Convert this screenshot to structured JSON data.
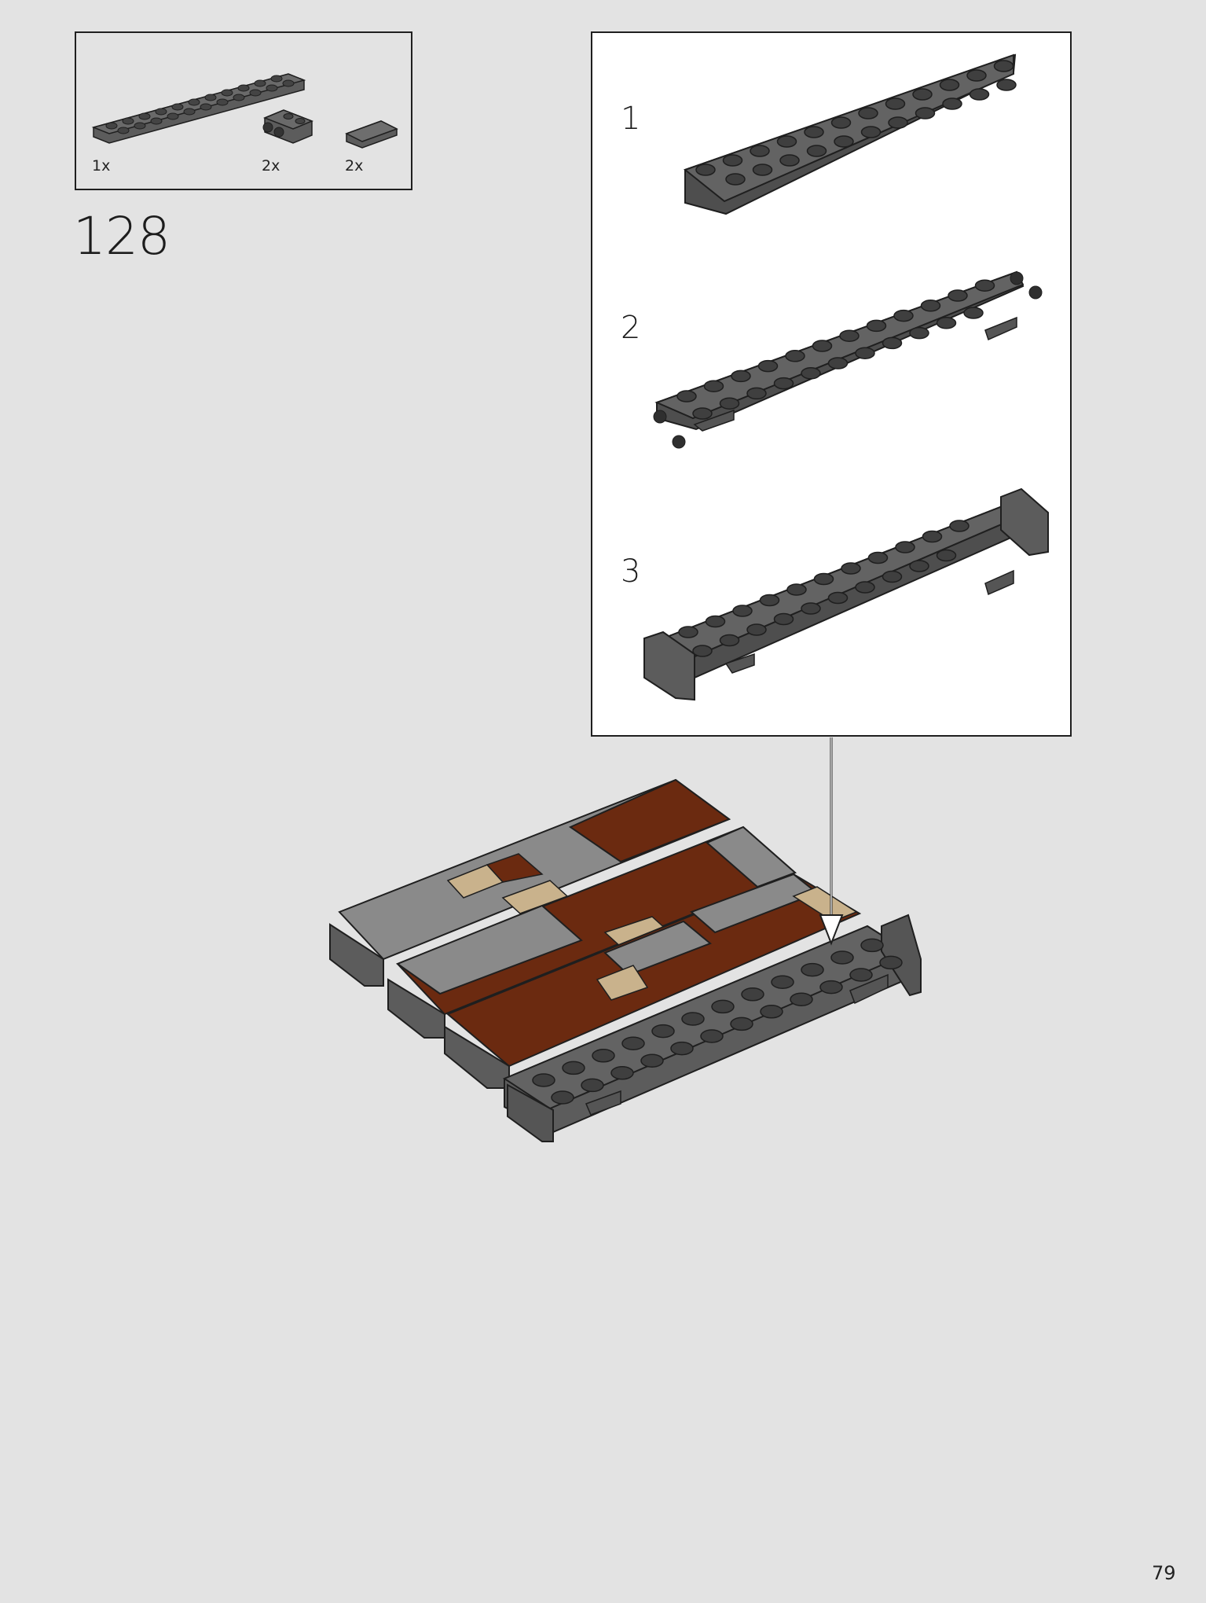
{
  "step": {
    "number": "128"
  },
  "parts": [
    {
      "name": "dark-gray-plate-2x12",
      "qty": "1x"
    },
    {
      "name": "dark-gray-bracket-plate",
      "qty": "2x"
    },
    {
      "name": "dark-gray-tile-1x2",
      "qty": "2x"
    }
  ],
  "substeps": [
    "1",
    "2",
    "3"
  ],
  "page": {
    "number": "79"
  },
  "colors": {
    "background": "#e3e3e3",
    "dark_gray": "#5c5c5c",
    "stud": "#3f3f3f",
    "light_gray": "#8e8e8e",
    "reddish_brown": "#6b2a10",
    "tan": "#c9b28c",
    "outline": "#1f1f1f"
  }
}
